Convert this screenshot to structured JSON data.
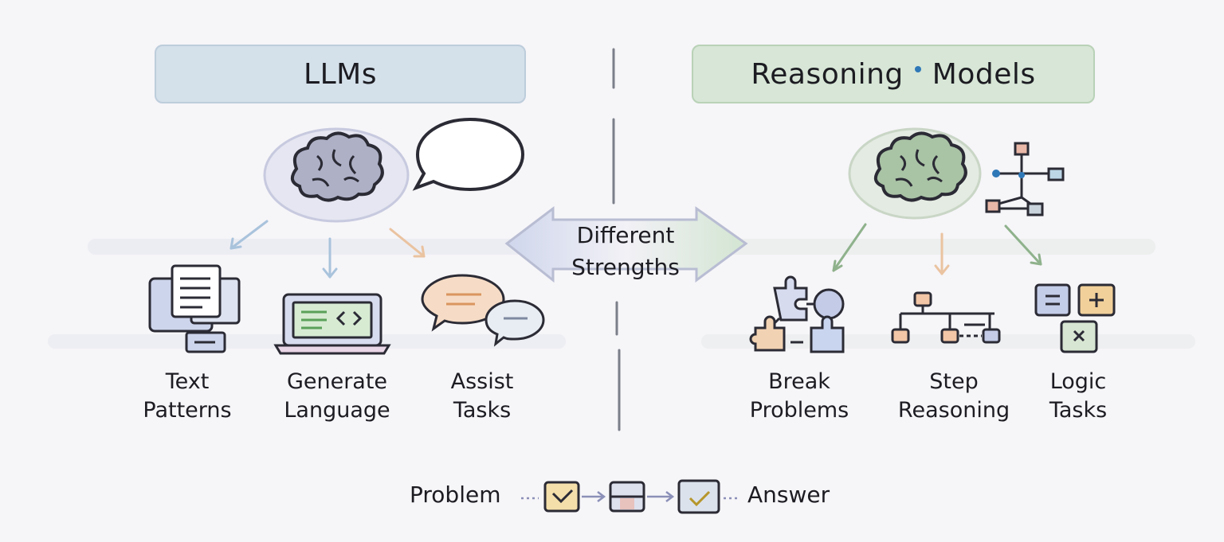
{
  "left": {
    "title": "LLMs",
    "items": [
      {
        "label": "Text\nPatterns",
        "icon": "document-stack-icon"
      },
      {
        "label": "Generate\nLanguage",
        "icon": "laptop-code-icon"
      },
      {
        "label": "Assist\nTasks",
        "icon": "chat-bubbles-icon"
      }
    ],
    "color": "#d4e0ea"
  },
  "right": {
    "title_part1": "Reasoning",
    "title_part2": "Models",
    "items": [
      {
        "label": "Break\nProblems",
        "icon": "puzzle-pieces-icon"
      },
      {
        "label": "Step\nReasoning",
        "icon": "flowchart-icon"
      },
      {
        "label": "Logic\nTasks",
        "icon": "math-blocks-icon"
      }
    ],
    "color": "#d7e6d6"
  },
  "center": {
    "label": "Different\nStrengths"
  },
  "flow": {
    "start": "Problem",
    "end": "Answer"
  }
}
